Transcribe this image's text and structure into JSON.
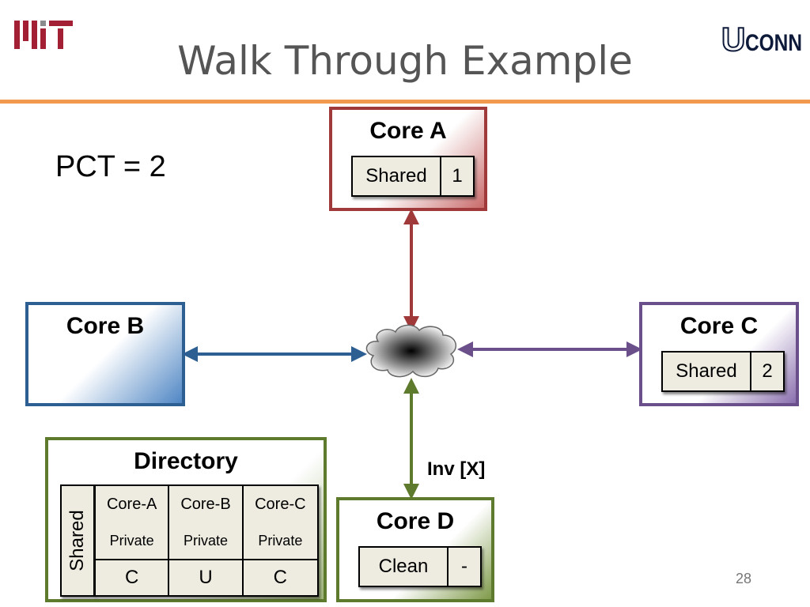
{
  "title": "Walk Through Example",
  "pct_text": "PCT = 2",
  "page_number": "28",
  "logos": {
    "left": "MIT",
    "right": "UCONN"
  },
  "colors": {
    "accent_rule": "#f0994f",
    "core_a": "#a03a3a",
    "core_b": "#2e5f93",
    "core_c": "#6a4f8a",
    "core_d": "#5e7a2c",
    "directory": "#5e7a2c",
    "cell_fill": "#eeece1"
  },
  "cores": {
    "a": {
      "label": "Core A",
      "state": "Shared",
      "value": "1"
    },
    "b": {
      "label": "Core B"
    },
    "c": {
      "label": "Core C",
      "state": "Shared",
      "value": "2"
    },
    "d": {
      "label": "Core D",
      "state": "Clean",
      "value": "-"
    }
  },
  "message_label": "Inv [X]",
  "directory": {
    "label": "Directory",
    "state": "Shared",
    "columns": [
      "Core-A",
      "Core-B",
      "Core-C"
    ],
    "modes": [
      "Private",
      "Private",
      "Private"
    ],
    "values": [
      "C",
      "U",
      "C"
    ]
  }
}
